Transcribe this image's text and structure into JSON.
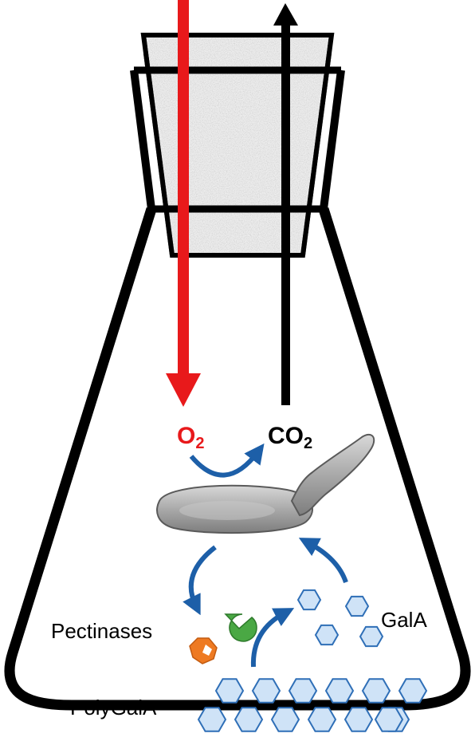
{
  "labels": {
    "oxygen": "O",
    "oxygen_sub": "2",
    "carbon_dioxide": "CO",
    "carbon_dioxide_sub": "2",
    "enzymes": "Pectinases",
    "monomer": "GalA",
    "polymer": "PolyGalA"
  },
  "colors": {
    "oxygen": "#e8191b",
    "flow_arrow": "#1d5fa8",
    "hexagon_fill": "#cfe3f7",
    "hexagon_stroke": "#2f6fb7",
    "enzyme_green": "#4aa844",
    "enzyme_orange": "#ee7a22",
    "stopper": "#e6e6e6",
    "cell": "#b8b8b8",
    "outline": "#000000"
  },
  "icons": {
    "stopper": "foam-stopper",
    "cell": "yeast-cell-icon",
    "enzyme_a": "pacman-enzyme-icon",
    "enzyme_b": "octagon-enzyme-icon"
  }
}
